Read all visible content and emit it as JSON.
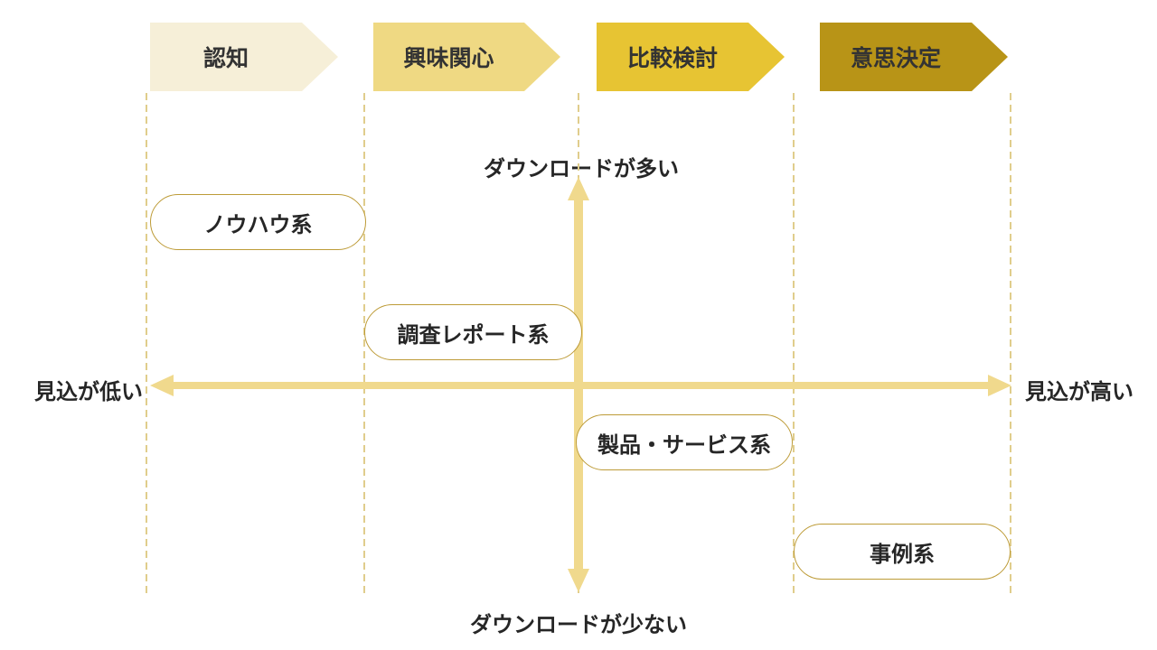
{
  "stages": [
    {
      "label": "認知"
    },
    {
      "label": "興味関心"
    },
    {
      "label": "比較検討"
    },
    {
      "label": "意思決定"
    }
  ],
  "axes": {
    "vertical_top_label": "ダウンロードが多い",
    "vertical_bottom_label": "ダウンロードが少ない",
    "horizontal_left_label": "見込が低い",
    "horizontal_right_label": "見込が高い"
  },
  "items": [
    {
      "label": "ノウハウ系"
    },
    {
      "label": "調査レポート系"
    },
    {
      "label": "製品・サービス系"
    },
    {
      "label": "事例系"
    }
  ],
  "colors": {
    "stage1": "#f6efd8",
    "stage2": "#efd983",
    "stage3": "#e7c433",
    "stage4": "#b89417",
    "arrow": "#f0d98d",
    "dash": "#e0cd8c",
    "pill-border": "#bd9b37",
    "text": "#262626"
  }
}
